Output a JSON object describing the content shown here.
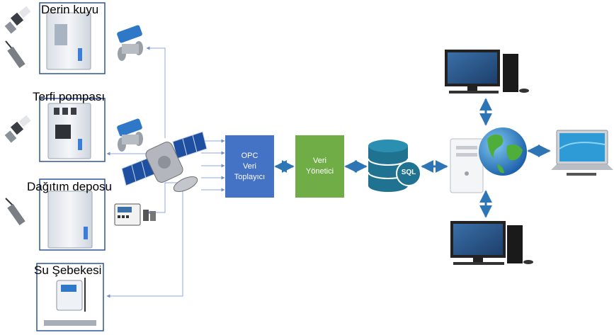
{
  "sites": [
    {
      "label": "Derin kuyu"
    },
    {
      "label": "Terfi pompası"
    },
    {
      "label": "Dağıtım deposu"
    },
    {
      "label": "Su Şebekesi"
    }
  ],
  "opc_box": {
    "line1": "OPC",
    "line2": "Veri",
    "line3": "Toplayıcı",
    "color": "#4472c4"
  },
  "manager_box": {
    "line1": "Veri",
    "line2": "Yönetici",
    "color": "#70ad47"
  },
  "database": {
    "label": "SQL",
    "color": "#1f7390"
  },
  "colors": {
    "connector": "#8ea9db",
    "arrow": "#2e75b6",
    "panel_border": "#2f5597",
    "cabinet": "#e8ecf2"
  },
  "icons": [
    "satellite-icon",
    "flowmeter-icon",
    "pressure-sensor-icon",
    "level-probe-icon",
    "server-icon",
    "globe-icon",
    "desktop-icon",
    "laptop-icon",
    "database-icon"
  ]
}
